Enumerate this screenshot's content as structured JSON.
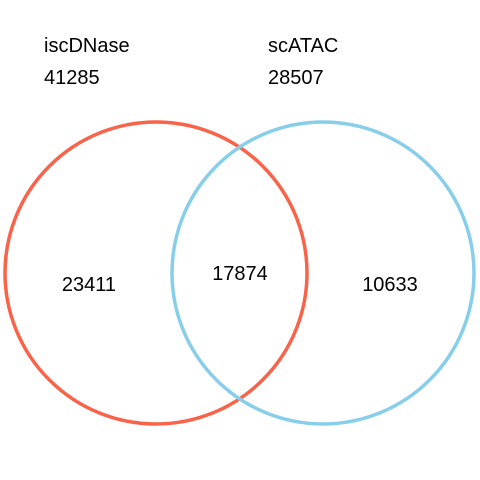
{
  "sets": [
    {
      "name": "iscDNase",
      "total": "41285",
      "unique": "23411",
      "color": "#f8634a"
    },
    {
      "name": "scATAC",
      "total": "28507",
      "unique": "10633",
      "color": "#87ceeb"
    }
  ],
  "overlap": "17874"
}
